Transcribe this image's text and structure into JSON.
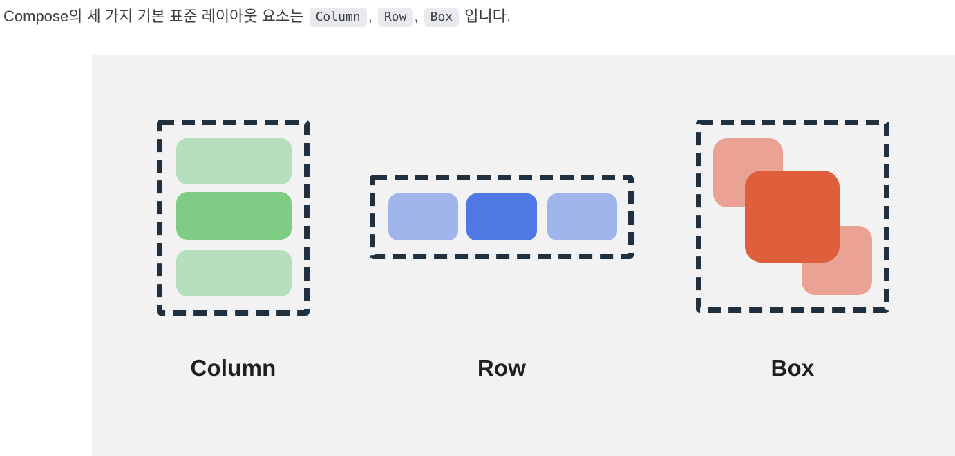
{
  "page": {
    "background": "#ffffff"
  },
  "intro": {
    "prefix": "Compose의 세 가지 기본 표준 레이아웃 요소는",
    "code_items": [
      "Column",
      "Row",
      "Box"
    ],
    "separator": ",",
    "suffix": "입니다.",
    "text_color": "#3c4043",
    "chip_bg": "#e8eaed",
    "code_color": "#37474f"
  },
  "diagram": {
    "panel_bg": "#f2f2f2",
    "dash_color": "#20303f",
    "label_color": "#1f1f1f",
    "figures": [
      {
        "id": "column",
        "label": "Column",
        "items": [
          {
            "name": "top",
            "color": "#b5dfbb"
          },
          {
            "name": "middle",
            "color": "#7fcc85"
          },
          {
            "name": "bottom",
            "color": "#b5dfbb"
          }
        ]
      },
      {
        "id": "row",
        "label": "Row",
        "items": [
          {
            "name": "left",
            "color": "#9fb5eb"
          },
          {
            "name": "center",
            "color": "#5078e5"
          },
          {
            "name": "right",
            "color": "#9fb5eb"
          }
        ]
      },
      {
        "id": "box",
        "label": "Box",
        "items": [
          {
            "name": "back-top-left",
            "color": "#e9a294"
          },
          {
            "name": "front-center",
            "color": "#df5f3d"
          },
          {
            "name": "back-bottom-right",
            "color": "#e9a294"
          }
        ]
      }
    ]
  }
}
